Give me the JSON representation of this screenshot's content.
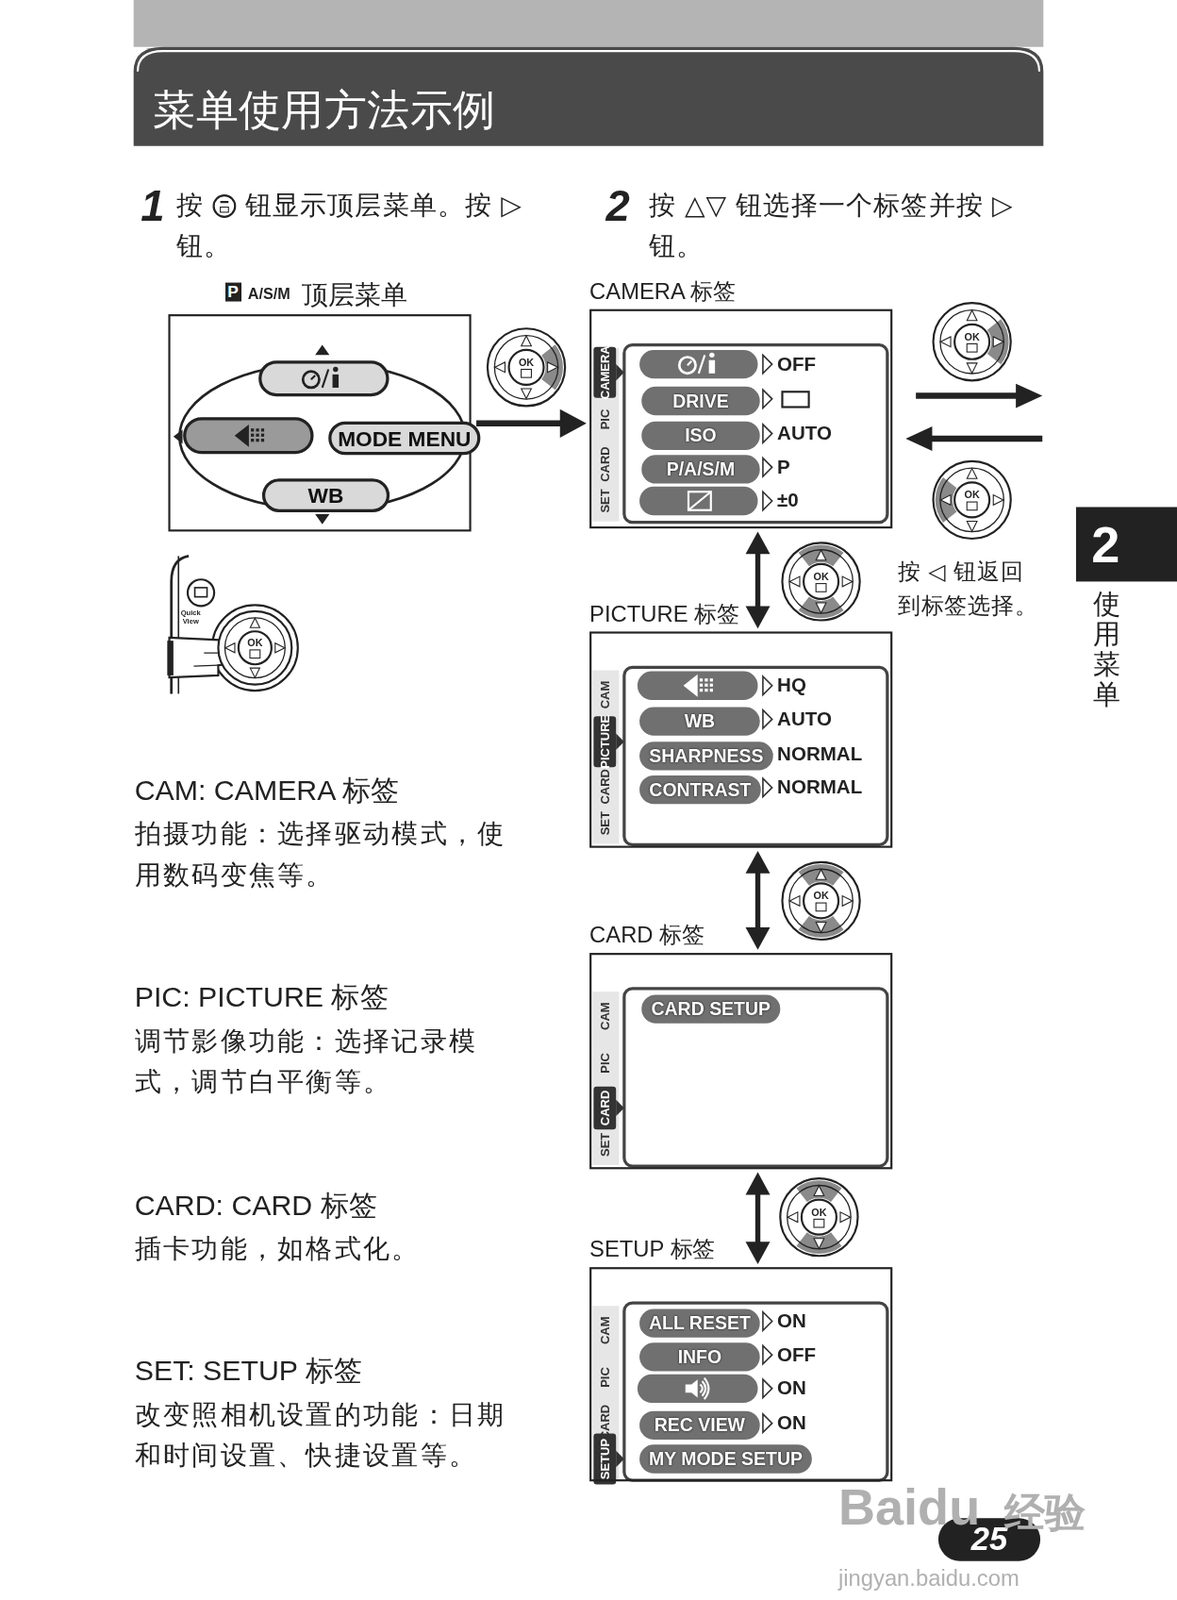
{
  "diagram": {
    "title": "菜单使用方法示例",
    "nodes": [
      {
        "text": [
          "顶层菜单"
        ]
      },
      {
        "text": [
          "MODE MENU"
        ],
        "in": 0
      },
      {
        "text": [
          "WB"
        ],
        "in": 0
      },
      {
        "text": [
          "CAMERA 标签"
        ]
      },
      {
        "text": [
          "DRIVE"
        ],
        "in": 3
      },
      {
        "text": [
          "ISO"
        ],
        "in": 3
      },
      {
        "text": [
          "P/A/S/M"
        ],
        "in": 3
      },
      {
        "text": [
          "PICTURE 标签"
        ]
      },
      {
        "text": [
          "WB"
        ],
        "in": 7
      },
      {
        "text": [
          "SHARPNESS"
        ],
        "in": 7
      },
      {
        "text": [
          "CONTRAST"
        ],
        "in": 7
      },
      {
        "text": [
          "CARD 标签"
        ]
      },
      {
        "text": [
          "CARD SETUP"
        ],
        "in": 11
      },
      {
        "text": [
          "SETUP 标签"
        ]
      },
      {
        "text": [
          "ALL RESET"
        ],
        "in": 13
      },
      {
        "text": [
          "INFO"
        ],
        "in": 13
      },
      {
        "text": [
          "REC VIEW"
        ],
        "in": 13
      },
      {
        "text": [
          "MY MODE SETUP"
        ],
        "in": 13
      }
    ],
    "edges": [
      {
        "from": 0,
        "to": 3,
        "arrow": "to"
      },
      {
        "from": 3,
        "to": 7,
        "arrow": "both"
      },
      {
        "from": 7,
        "to": 11,
        "arrow": "both"
      },
      {
        "from": 11,
        "to": 13,
        "arrow": "both"
      }
    ],
    "labels": [
      "1",
      "按",
      "钮显示顶层菜单。按 ▷ 钮。",
      "2",
      "按 △▽ 钮选择一个标签并按 ▷ 钮。",
      "P",
      "A/S/M",
      "Quick View",
      "OK",
      "OK",
      "OK",
      "OK",
      "OK",
      "OK",
      "OK",
      "按 ◁ 钮返回到标签选择。",
      "CAM: CAMERA 标签",
      "拍摄功能：选择驱动模式，使用数码变焦等。",
      "PIC: PICTURE 标签",
      "调节影像功能：选择记录模式，调节白平衡等。",
      "CARD: CARD 标签",
      "插卡功能，如格式化。",
      "SET: SETUP 标签",
      "改变照相机设置的功能：日期和时间设置、快捷设置等。",
      "CAMERA",
      "PIC",
      "CARD",
      "SET",
      "CAM",
      "PICTURE",
      "CARD",
      "SET",
      "CAM",
      "PIC",
      "CARD",
      "SET",
      "CAM",
      "PIC",
      "CARD",
      "SETUP",
      "OFF",
      "AUTO",
      "P",
      "±0",
      "HQ",
      "AUTO",
      "NORMAL",
      "NORMAL",
      "ON",
      "OFF",
      "ON",
      "ON",
      "2",
      "使用菜单",
      "25",
      "Baidu",
      "经验",
      "jingyan.baidu.com"
    ]
  }
}
